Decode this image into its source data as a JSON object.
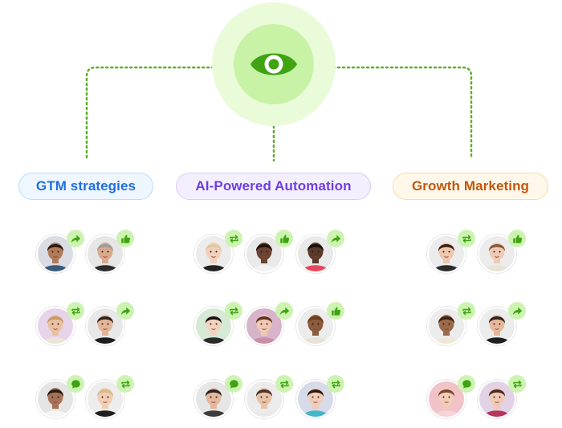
{
  "hub": {
    "icon": "eye-icon",
    "color": "#3fa312"
  },
  "categories": [
    {
      "label": "GTM strategies",
      "theme": "blue",
      "people": [
        {
          "name": "person-1",
          "badge": "share-icon",
          "skin": "#b07a58",
          "hair": "#2b1d14",
          "bg": "#d9dde3",
          "shirt": "#3a5a7a"
        },
        {
          "name": "person-2",
          "badge": "thumbs-up-icon",
          "skin": "#d9a98c",
          "hair": "#9c9c9c",
          "bg": "#e6e6e6",
          "shirt": "#2d2d2d"
        },
        {
          "name": "person-3",
          "badge": "repost-icon",
          "skin": "#eac0a2",
          "hair": "#c59a64",
          "bg": "#e7d3ea",
          "shirt": "#ece4d8"
        },
        {
          "name": "person-4",
          "badge": "share-icon",
          "skin": "#e3b599",
          "hair": "#2a2520",
          "bg": "#e8e8e8",
          "shirt": "#1d1d1d"
        },
        {
          "name": "person-5",
          "badge": "comment-icon",
          "skin": "#a67356",
          "hair": "#2a1c12",
          "bg": "#e5e5e5",
          "shirt": "#f5f5f5"
        },
        {
          "name": "person-6",
          "badge": "repost-icon",
          "skin": "#f0cdb4",
          "hair": "#d9b989",
          "bg": "#ededed",
          "shirt": "#1f1f1f"
        }
      ]
    },
    {
      "label": "AI-Powered Automation",
      "theme": "purple",
      "people": [
        {
          "name": "person-7",
          "badge": "repost-icon",
          "skin": "#f1d0bc",
          "hair": "#e2c89e",
          "bg": "#ececec",
          "shirt": "#222222"
        },
        {
          "name": "person-8",
          "badge": "thumbs-up-icon",
          "skin": "#6b4330",
          "hair": "#1c120d",
          "bg": "#e9e9e9",
          "shirt": "#f2f2f2"
        },
        {
          "name": "person-9",
          "badge": "share-icon",
          "skin": "#5b3a2a",
          "hair": "#1a120c",
          "bg": "#e9e9e9",
          "shirt": "#e5485b"
        },
        {
          "name": "person-10",
          "badge": "repost-icon",
          "skin": "#f2d3c0",
          "hair": "#111111",
          "bg": "#d6e9d4",
          "shirt": "#2a2a2a"
        },
        {
          "name": "person-11",
          "badge": "share-icon",
          "skin": "#f0c8b4",
          "hair": "#5e3324",
          "bg": "#d7b4c9",
          "shirt": "#c98fa7"
        },
        {
          "name": "person-12",
          "badge": "thumbs-up-icon",
          "skin": "#8c5a3c",
          "hair": "#6e3e1e",
          "bg": "#ececec",
          "shirt": "#e8e2d6"
        },
        {
          "name": "person-13",
          "badge": "comment-icon",
          "skin": "#e3b89c",
          "hair": "#2b2522",
          "bg": "#e6e6e6",
          "shirt": "#3b3b3b"
        },
        {
          "name": "person-14",
          "badge": "repost-icon",
          "skin": "#e9c3a8",
          "hair": "#4d3328",
          "bg": "#ececec",
          "shirt": "#e9e9e9"
        },
        {
          "name": "person-15",
          "badge": "repost-icon",
          "skin": "#f0cbb7",
          "hair": "#2a1a14",
          "bg": "#d7dbe9",
          "shirt": "#46b7c8"
        }
      ]
    },
    {
      "label": "Growth Marketing",
      "theme": "orange",
      "people": [
        {
          "name": "person-16",
          "badge": "repost-icon",
          "skin": "#efc6ae",
          "hair": "#3a2418",
          "bg": "#ececec",
          "shirt": "#2b2b2b"
        },
        {
          "name": "person-17",
          "badge": "thumbs-up-icon",
          "skin": "#efcab4",
          "hair": "#8a5a3c",
          "bg": "#ececec",
          "shirt": "#e9e2d6"
        },
        {
          "name": "person-18",
          "badge": "repost-icon",
          "skin": "#9b6a4a",
          "hair": "#3b2214",
          "bg": "#ececec",
          "shirt": "#f0e7d8"
        },
        {
          "name": "person-19",
          "badge": "share-icon",
          "skin": "#e6b99c",
          "hair": "#2c2320",
          "bg": "#ececec",
          "shirt": "#1f1f1f"
        },
        {
          "name": "person-20",
          "badge": "comment-icon",
          "skin": "#f2cdb6",
          "hair": "#7a4a30",
          "bg": "#f1c3c9",
          "shirt": "#f4d4d8"
        },
        {
          "name": "person-21",
          "badge": "repost-icon",
          "skin": "#f0c9b4",
          "hair": "#4a2a20",
          "bg": "#e1d2e6",
          "shirt": "#b7355a"
        }
      ]
    }
  ],
  "colors": {
    "accent": "#3fa312",
    "badge_bg": "#cdf3b1",
    "dotted_line": "#5fae2a"
  }
}
